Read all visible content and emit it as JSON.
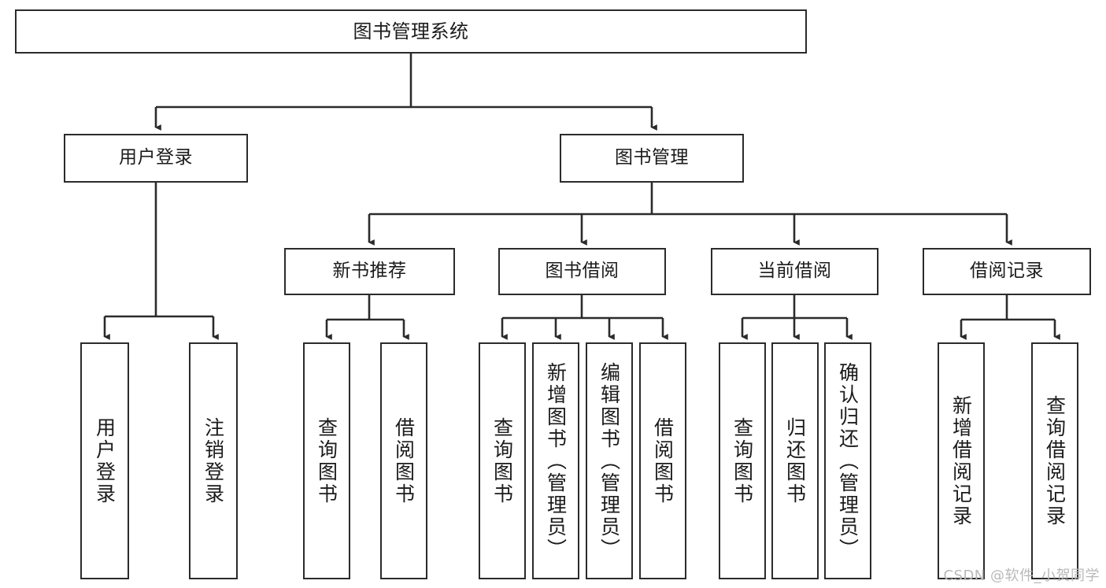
{
  "diagram": {
    "title": "图书管理系统",
    "type": "tree",
    "watermark": "CSDN @软件_小贺同学",
    "colors": {
      "box_border": "#2b2b2b",
      "box_fill": "#ffffff",
      "connector": "#2b2b2b",
      "background": "#ffffff",
      "watermark": "#b9b9b9"
    },
    "nodes": {
      "root": {
        "label": "图书管理系统"
      },
      "level2": [
        {
          "label": "用户登录"
        },
        {
          "label": "图书管理"
        }
      ],
      "level3": [
        {
          "label": "新书推荐"
        },
        {
          "label": "图书借阅"
        },
        {
          "label": "当前借阅"
        },
        {
          "label": "借阅记录"
        }
      ],
      "leaves_user_login": [
        {
          "label": "用户登录"
        },
        {
          "label": "注销登录"
        }
      ],
      "leaves_new_book": [
        {
          "label": "查询图书"
        },
        {
          "label": "借阅图书"
        }
      ],
      "leaves_borrow": [
        {
          "label": "查询图书"
        },
        {
          "label": "新增图书（管理员）"
        },
        {
          "label": "编辑图书（管理员）"
        },
        {
          "label": "借阅图书"
        }
      ],
      "leaves_current": [
        {
          "label": "查询图书"
        },
        {
          "label": "归还图书"
        },
        {
          "label": "确认归还（管理员）"
        }
      ],
      "leaves_record": [
        {
          "label": "新增借阅记录"
        },
        {
          "label": "查询借阅记录"
        }
      ]
    }
  }
}
